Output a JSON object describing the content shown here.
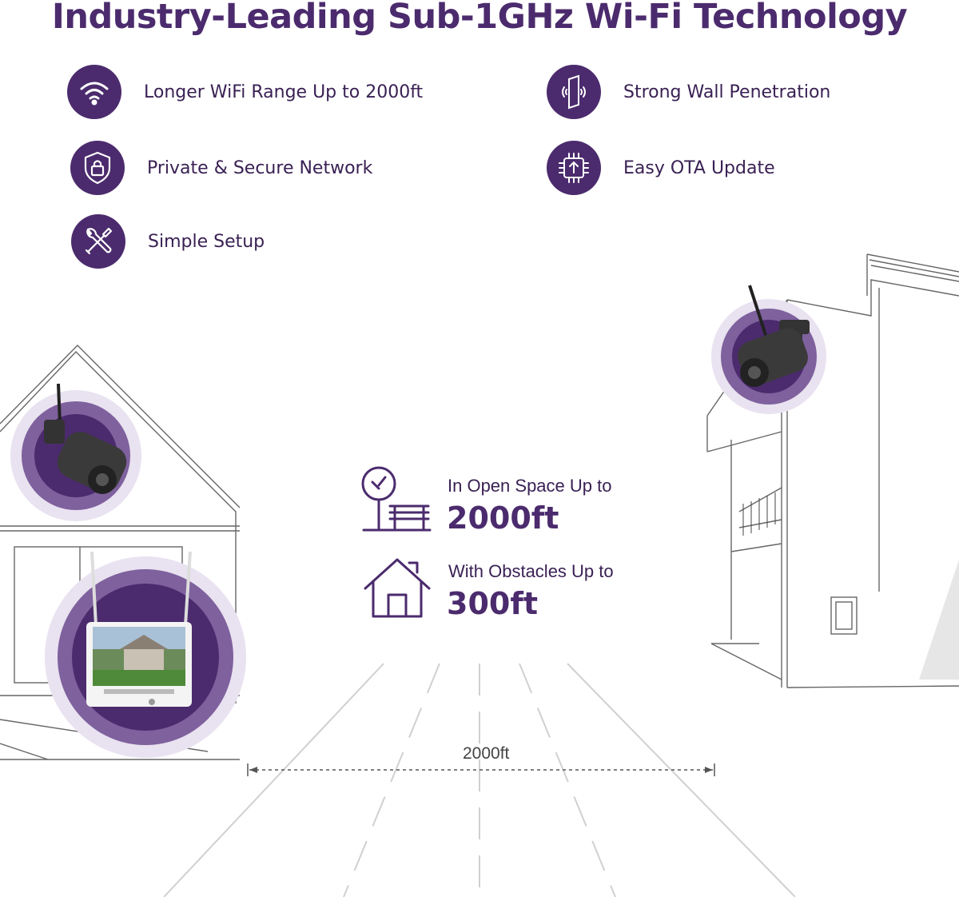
{
  "title": "Industry-Leading Sub-1GHz Wi-Fi Technology",
  "features": [
    {
      "icon": "wifi-icon",
      "label": "Longer WiFi Range Up to 2000ft"
    },
    {
      "icon": "wall-signal-icon",
      "label": "Strong Wall Penetration"
    },
    {
      "icon": "shield-lock-icon",
      "label": "Private & Secure Network"
    },
    {
      "icon": "chip-upload-icon",
      "label": "Easy OTA Update"
    },
    {
      "icon": "tools-icon",
      "label": "Simple Setup"
    }
  ],
  "open_space": {
    "icon": "tree-bench-icon",
    "caption": "In Open Space Up to",
    "value": "2000ft"
  },
  "obstacles": {
    "icon": "house-icon",
    "caption": "With Obstacles Up to",
    "value": "300ft"
  },
  "distance_label": "2000ft",
  "colors": {
    "brand": "#4b2b6d",
    "halo": "#e6dcef",
    "line": "#555555"
  }
}
